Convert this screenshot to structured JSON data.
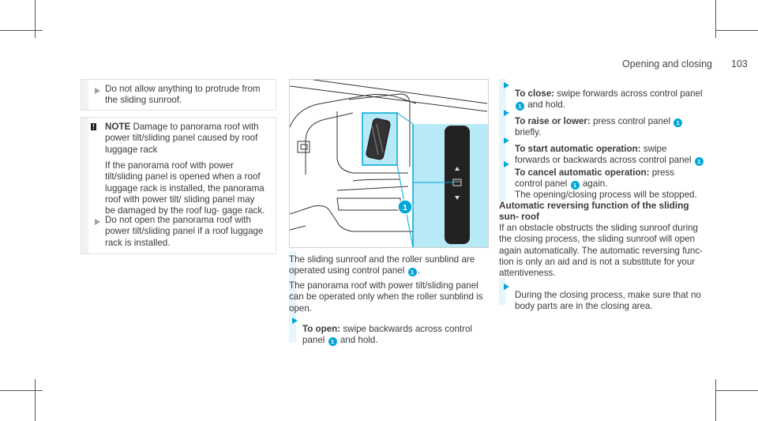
{
  "header": {
    "title": "Opening and closing",
    "page": "103"
  },
  "left": {
    "box1": {
      "text": "Do not allow anything to protrude from the sliding sunroof."
    },
    "note": {
      "icon": "!",
      "label": "NOTE",
      "heading_text": "Damage to panorama roof with power tilt/sliding panel caused by roof luggage rack",
      "body": "If the panorama roof with power tilt/sliding panel is opened when a roof luggage rack is installed, the panorama roof with power tilt/ sliding panel may be damaged by the roof lug- gage rack.",
      "step": "Do not open the panorama roof with power tilt/sliding panel if a roof luggage rack is installed."
    }
  },
  "middle": {
    "figure_callout": "1",
    "para1_a": "The sliding sunroof and the roller sunblind are operated using control panel",
    "para1_num": "1",
    "para1_b": ".",
    "para2": "The panorama roof with power tilt/sliding panel can be operated only when the roller sunblind is open.",
    "step_open": {
      "label": "To open:",
      "text_a": "swipe backwards across control panel",
      "num": "1",
      "text_b": "and hold."
    }
  },
  "right": {
    "step_close": {
      "label": "To close:",
      "text_a": "swipe forwards across control panel",
      "num": "1",
      "text_b": "and hold."
    },
    "step_raise": {
      "label": "To raise or lower:",
      "text_a": "press control panel",
      "num": "1",
      "text_b": "briefly."
    },
    "step_auto_start": {
      "label": "To start automatic operation:",
      "text_a": "swipe forwards or backwards across control panel",
      "num": "1",
      "text_b": "."
    },
    "step_auto_cancel": {
      "label": "To cancel automatic operation:",
      "text_a": "press control panel",
      "num": "1",
      "text_b": "again.",
      "text_c": "The opening/closing process will be stopped."
    },
    "heading": "Automatic reversing function of the sliding sun- roof",
    "para": "If an obstacle obstructs the sliding sunroof during the closing process, the sliding sunroof will open again automatically. The automatic reversing func- tion is only an aid and is not a substitute for your attentiveness.",
    "step_final": "During the closing process, make sure that no body parts are in the closing area."
  },
  "colors": {
    "accent": "#00a7d8",
    "panel_bg": "#b8e9f6",
    "strip": "#e6f6fb"
  },
  "icons": [
    "arrow-right-icon",
    "warning-icon",
    "callout-number-icon"
  ]
}
